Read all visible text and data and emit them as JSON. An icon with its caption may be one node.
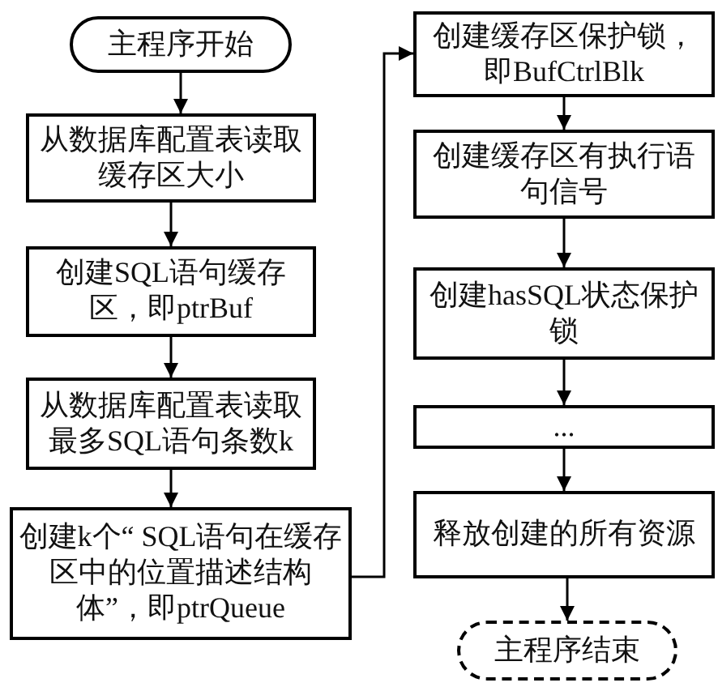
{
  "diagram": {
    "nodes": [
      {
        "text": [
          "主程序开始"
        ]
      },
      {
        "text": [
          "从数据库配置表读取缓存区大小"
        ]
      },
      {
        "text": [
          "创建SQL语句缓存区，即ptrBuf"
        ]
      },
      {
        "text": [
          "从数据库配置表读取最多SQL语句条数k"
        ]
      },
      {
        "text": [
          "创建k个“ SQL语句在缓存区中的位置描述结构体”，即ptrQueue"
        ]
      },
      {
        "text": [
          "创建缓存区保护锁，即BufCtrlBlk"
        ]
      },
      {
        "text": [
          "创建缓存区有执行语句信号"
        ]
      },
      {
        "text": [
          "创建hasSQL状态保护锁"
        ]
      },
      {
        "text": [
          "..."
        ]
      },
      {
        "text": [
          "释放创建的所有资源"
        ]
      },
      {
        "text": [
          "主程序结束"
        ]
      }
    ],
    "edges": [
      {
        "from": 0,
        "to": 1,
        "arrow": "to"
      },
      {
        "from": 1,
        "to": 2,
        "arrow": "to"
      },
      {
        "from": 2,
        "to": 3,
        "arrow": "to"
      },
      {
        "from": 3,
        "to": 4,
        "arrow": "to"
      },
      {
        "from": 4,
        "to": 5,
        "arrow": "to"
      },
      {
        "from": 5,
        "to": 6,
        "arrow": "to"
      },
      {
        "from": 6,
        "to": 7,
        "arrow": "to"
      },
      {
        "from": 7,
        "to": 8,
        "arrow": "to"
      },
      {
        "from": 8,
        "to": 9,
        "arrow": "to"
      },
      {
        "from": 9,
        "to": 10,
        "arrow": "to"
      }
    ]
  }
}
